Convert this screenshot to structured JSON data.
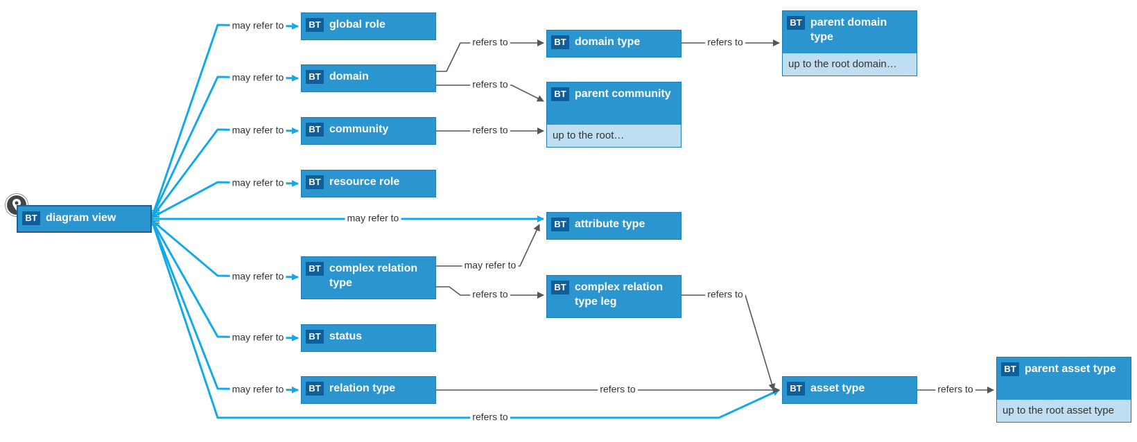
{
  "badge_text": "BT",
  "colors": {
    "node_fill": "#2b95cf",
    "node_border": "#1f7cb3",
    "badge_fill": "#0f5e9c",
    "subtitle_fill": "#bfdef1",
    "optional_edge": "#12a9ec",
    "required_edge": "#555555"
  },
  "root_icon": "location-pin-icon",
  "nodes": {
    "diagram_view": {
      "title": "diagram view"
    },
    "global_role": {
      "title": "global role"
    },
    "domain": {
      "title": "domain"
    },
    "community": {
      "title": "community"
    },
    "resource_role": {
      "title": "resource role"
    },
    "complex_relation_type": {
      "title": "complex relation type"
    },
    "status": {
      "title": "status"
    },
    "relation_type": {
      "title": "relation type"
    },
    "domain_type": {
      "title": "domain type"
    },
    "parent_community": {
      "title": "parent community",
      "subtitle": "up to the root…"
    },
    "attribute_type": {
      "title": "attribute type"
    },
    "complex_relation_type_leg": {
      "title": "complex relation type leg"
    },
    "parent_domain_type": {
      "title": "parent domain type",
      "subtitle": "up to the root domain…"
    },
    "asset_type": {
      "title": "asset type"
    },
    "parent_asset_type": {
      "title": "parent asset type",
      "subtitle": "up to the root asset type"
    }
  },
  "edges": [
    {
      "from": "diagram_view",
      "to": "global_role",
      "label": "may refer to",
      "kind": "optional"
    },
    {
      "from": "diagram_view",
      "to": "domain",
      "label": "may refer to",
      "kind": "optional"
    },
    {
      "from": "diagram_view",
      "to": "community",
      "label": "may refer to",
      "kind": "optional"
    },
    {
      "from": "diagram_view",
      "to": "resource_role",
      "label": "may refer to",
      "kind": "optional"
    },
    {
      "from": "diagram_view",
      "to": "attribute_type",
      "label": "may refer to",
      "kind": "optional"
    },
    {
      "from": "diagram_view",
      "to": "complex_relation_type",
      "label": "may refer to",
      "kind": "optional"
    },
    {
      "from": "diagram_view",
      "to": "status",
      "label": "may refer to",
      "kind": "optional"
    },
    {
      "from": "diagram_view",
      "to": "relation_type",
      "label": "may refer to",
      "kind": "optional"
    },
    {
      "from": "diagram_view",
      "to": "asset_type",
      "label": "refers to",
      "kind": "optional"
    },
    {
      "from": "domain",
      "to": "domain_type",
      "label": "refers to",
      "kind": "required"
    },
    {
      "from": "domain",
      "to": "parent_community",
      "label": "refers to",
      "kind": "required"
    },
    {
      "from": "community",
      "to": "parent_community",
      "label": "refers to",
      "kind": "required"
    },
    {
      "from": "complex_relation_type",
      "to": "attribute_type",
      "label": "may refer to",
      "kind": "required"
    },
    {
      "from": "complex_relation_type",
      "to": "complex_relation_type_leg",
      "label": "refers to",
      "kind": "required"
    },
    {
      "from": "relation_type",
      "to": "asset_type",
      "label": "refers to",
      "kind": "required"
    },
    {
      "from": "domain_type",
      "to": "parent_domain_type",
      "label": "refers to",
      "kind": "required"
    },
    {
      "from": "complex_relation_type_leg",
      "to": "asset_type",
      "label": "refers to",
      "kind": "required"
    },
    {
      "from": "asset_type",
      "to": "parent_asset_type",
      "label": "refers to",
      "kind": "required"
    }
  ]
}
